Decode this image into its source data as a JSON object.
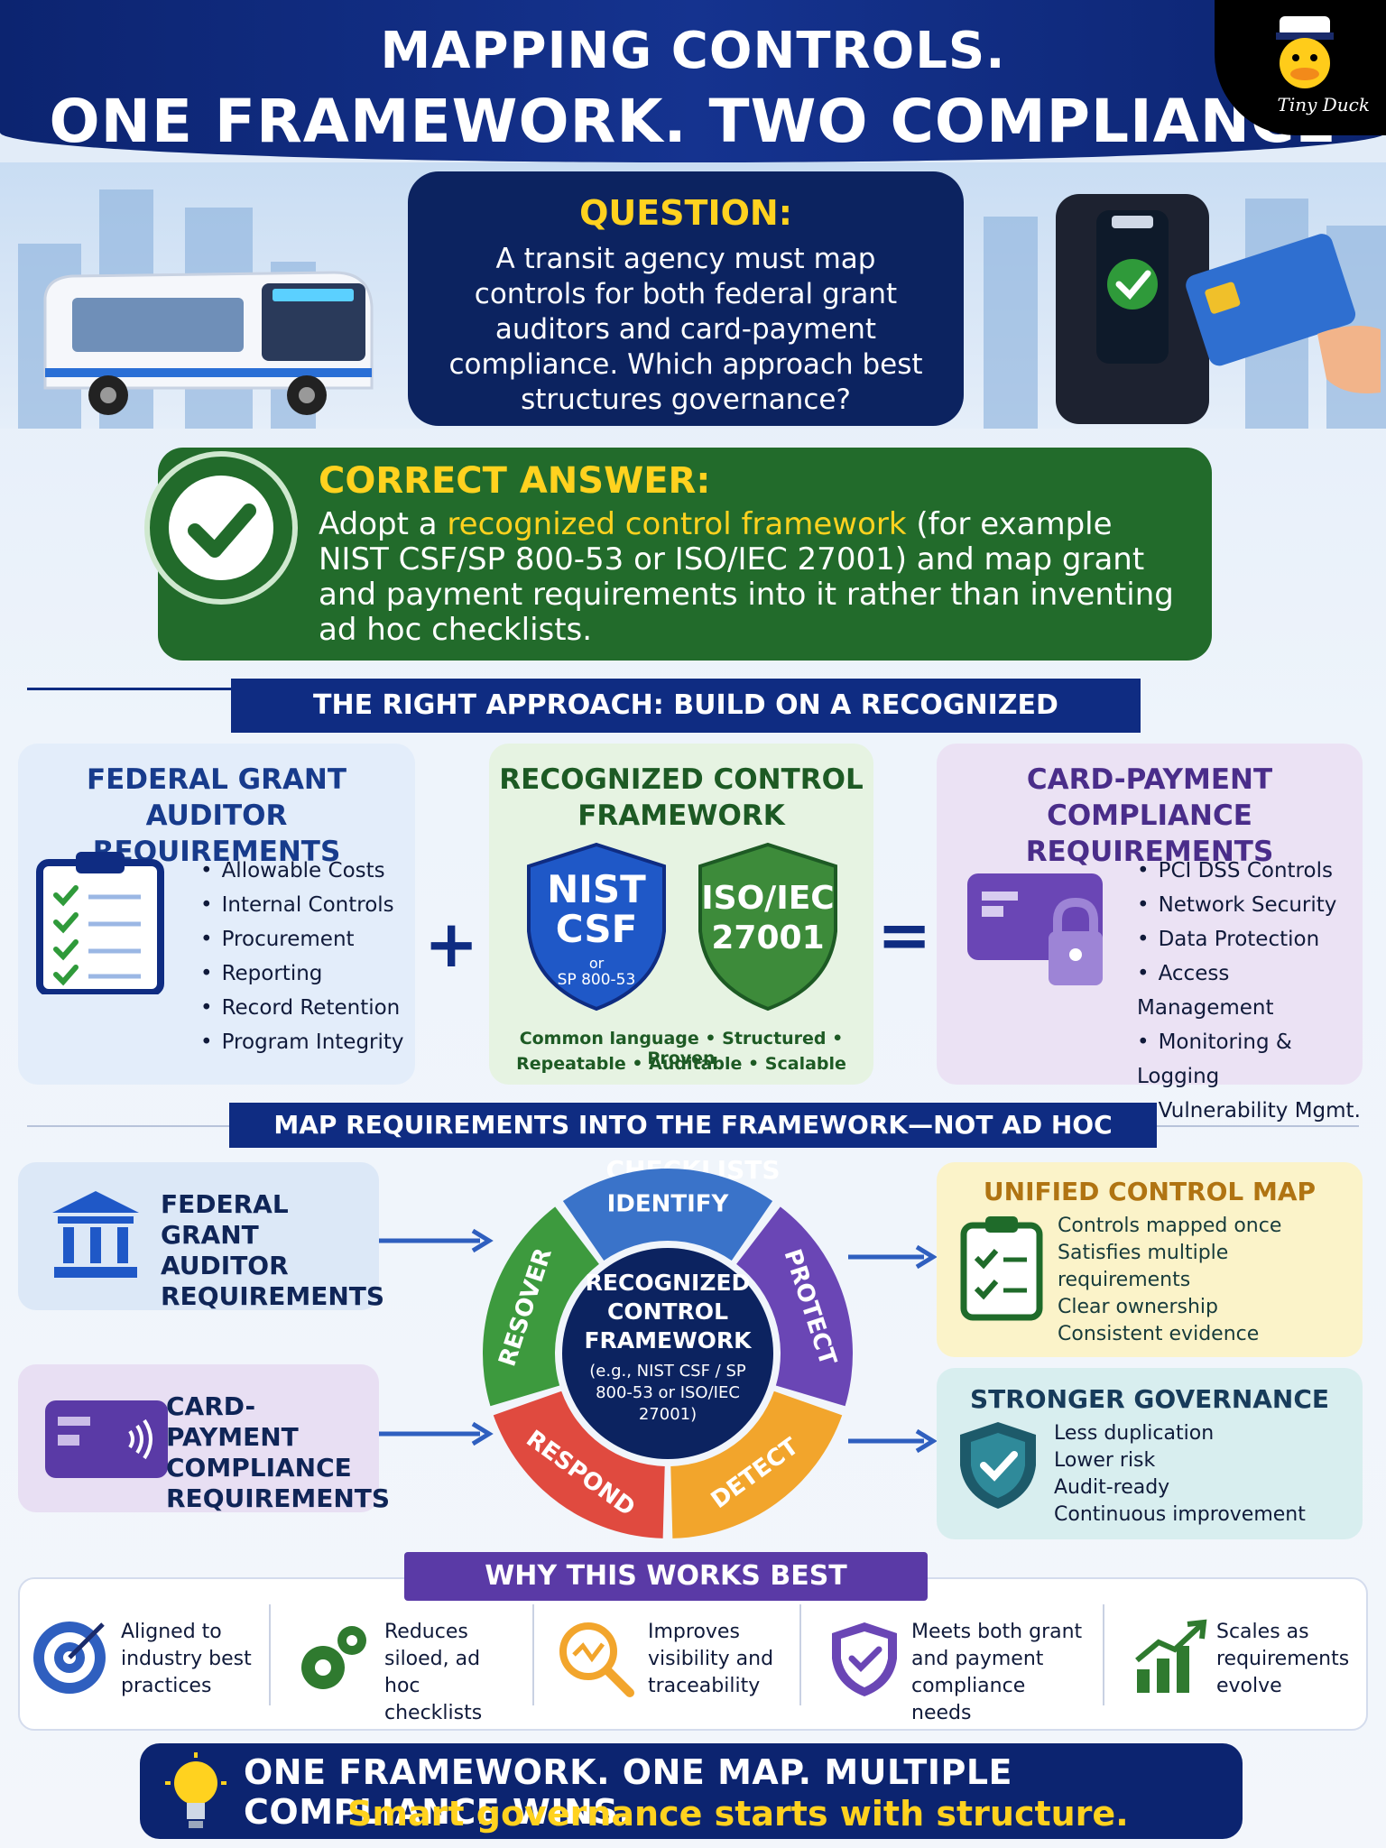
{
  "header": {
    "line1": "MAPPING CONTROLS.",
    "line2": "ONE FRAMEWORK. TWO COMPLIANCE NEEDS.",
    "badge": "Tiny Duck"
  },
  "question": {
    "heading": "QUESTION:",
    "body": "A transit agency must map controls for both federal grant auditors and card-payment compliance. Which approach best structures governance?"
  },
  "answer": {
    "heading": "CORRECT ANSWER:",
    "pre": "Adopt a ",
    "highlight": "recognized control framework",
    "post": " (for example NIST CSF/SP 800-53 or ISO/IEC 27001) and map grant and payment requirements into it rather than inventing ad hoc checklists."
  },
  "section1": {
    "title": "THE RIGHT APPROACH: BUILD ON A RECOGNIZED FRAMEWORK"
  },
  "federal": {
    "title": "FEDERAL GRANT AUDITOR REQUIREMENTS",
    "items": [
      "Allowable Costs",
      "Internal Controls",
      "Procurement",
      "Reporting",
      "Record Retention",
      "Program Integrity"
    ]
  },
  "framework": {
    "title": "RECOGNIZED CONTROL FRAMEWORK",
    "nist_main": "NIST CSF",
    "nist_or": "or",
    "nist_sub": "SP 800-53",
    "iso": "ISO/IEC 27001",
    "traits1": "Common language • Structured • Proven",
    "traits2": "Repeatable • Auditable • Scalable"
  },
  "payment": {
    "title": "CARD-PAYMENT COMPLIANCE REQUIREMENTS",
    "items": [
      "PCI DSS Controls",
      "Network Security",
      "Data Protection",
      "Access Management",
      "Monitoring & Logging",
      "Vulnerability Mgmt."
    ]
  },
  "operators": {
    "plus": "+",
    "equals": "="
  },
  "section2": {
    "title": "MAP REQUIREMENTS INTO THE FRAMEWORK—NOT AD HOC CHECKLISTS"
  },
  "left_boxes": {
    "federal": "FEDERAL GRANT AUDITOR REQUIREMENTS",
    "payment": "CARD-PAYMENT COMPLIANCE REQUIREMENTS"
  },
  "wheel": {
    "center_title": "RECOGNIZED CONTROL FRAMEWORK",
    "center_sub": "(e.g., NIST CSF / SP 800-53 or ISO/IEC 27001)",
    "segments": [
      "IDENTIFY",
      "PROTECT",
      "DETECT",
      "RESPOND",
      "RESOVER"
    ],
    "colors": [
      "#3a73c9",
      "#6a46b5",
      "#f2a52c",
      "#e04a3f",
      "#3d9a3e"
    ]
  },
  "unified": {
    "title": "UNIFIED CONTROL MAP",
    "lines": [
      "Controls mapped once",
      "Satisfies multiple",
      "requirements",
      "Clear ownership",
      "Consistent evidence"
    ]
  },
  "governance": {
    "title": "STRONGER GOVERNANCE",
    "lines": [
      "Less duplication",
      "Lower risk",
      "Audit-ready",
      "Continuous improvement"
    ]
  },
  "why": {
    "title": "WHY THIS WORKS BEST",
    "items": [
      {
        "icon": "target-icon",
        "text": "Aligned to industry best practices"
      },
      {
        "icon": "gears-icon",
        "text": "Reduces siloed, ad hoc checklists"
      },
      {
        "icon": "magnifier-icon",
        "text": "Improves visibility and traceability"
      },
      {
        "icon": "shield-check-icon",
        "text": "Meets both grant and payment compliance needs"
      },
      {
        "icon": "growth-chart-icon",
        "text": "Scales as requirements evolve"
      }
    ]
  },
  "footer": {
    "line1": "ONE FRAMEWORK.   ONE MAP.   MULTIPLE COMPLIANCE WINS.",
    "line2": "Smart governance starts with structure."
  }
}
